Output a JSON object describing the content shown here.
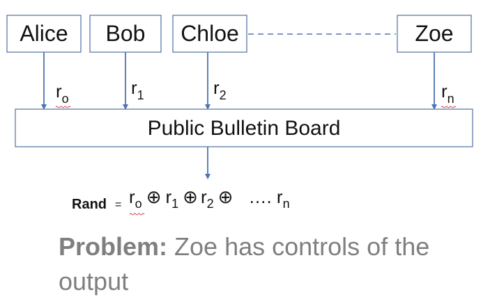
{
  "participants": [
    {
      "name": "Alice",
      "value": "r",
      "subscript": "o"
    },
    {
      "name": "Bob",
      "value": "r",
      "subscript": "1"
    },
    {
      "name": "Chloe",
      "value": "r",
      "subscript": "2"
    },
    {
      "name": "Zoe",
      "value": "r",
      "subscript": "n"
    }
  ],
  "board": {
    "label": "Public Bulletin Board"
  },
  "formula": {
    "rand_label": "Rand",
    "equals": "=",
    "xor_symbol": "⊕",
    "ellipsis": "…. ",
    "terms": [
      {
        "value": "r",
        "subscript": "o"
      },
      {
        "value": "r",
        "subscript": "1"
      },
      {
        "value": "r",
        "subscript": "2"
      },
      {
        "value": "r",
        "subscript": "n"
      }
    ]
  },
  "problem": {
    "label": "Problem:",
    "text": " Zoe has controls of the output"
  },
  "colors": {
    "box_border": "#5a79a8",
    "arrow": "#4f73b0",
    "problem_text": "#7f7f7f",
    "spellcheck": "#d93a3a"
  }
}
